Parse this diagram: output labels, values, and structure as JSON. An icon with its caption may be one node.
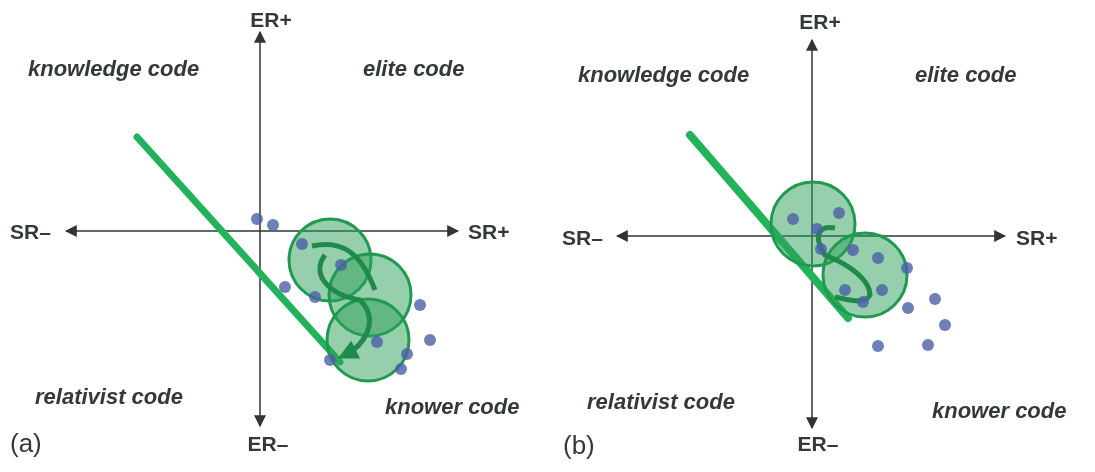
{
  "diagram": {
    "labels": [
      "ER+",
      "knowledge code",
      "elite code",
      "SR–",
      "SR+",
      "relativist code",
      "knower code",
      "(a)",
      "ER–",
      "ER+",
      "knowledge code",
      "elite code",
      "SR–",
      "SR+",
      "relativist code",
      "knower code",
      "(b)",
      "ER–"
    ]
  }
}
